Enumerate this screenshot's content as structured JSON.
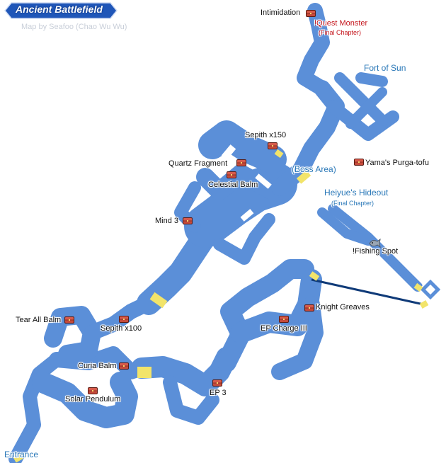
{
  "title": "Ancient Battlefield",
  "subtitle": "Map by Seafoo (Chao Wu Wu)",
  "colors": {
    "path": "#5b8fd8",
    "path_edge": "#ffffff",
    "door": "#f2e46a",
    "title_badge": "#1f56b8",
    "chest": "#c54a3a",
    "quest": "#c4151c",
    "area": "#2a78b8",
    "connector": "#0f3a78"
  },
  "labels": {
    "intimidation": "Intimidation",
    "quest_monster": "!Quest Monster",
    "quest_monster_note": "(Final Chapter)",
    "fort_of_sun": "Fort of Sun",
    "sepith_150": "Sepith  x150",
    "quartz_fragment": "Quartz  Fragment",
    "boss_area": "(Boss Area)",
    "yamas_purga_tofu": "Yama's Purga-tofu",
    "celestial_balm": "Celestial Balm",
    "heiyues_hideout": "Heiyue's Hideout",
    "heiyues_hideout_note": "(Final Chapter)",
    "mind_3": "Mind 3",
    "fishing_spot": "!Fishing Spot",
    "knight_greaves": "Knight Greaves",
    "tear_all_balm": "Tear All Balm",
    "sepith_100": "Sepith x100",
    "ep_charge_iii": "EP Charge III",
    "curia_balm": "Curia Balm",
    "ep_3": "EP 3",
    "solar_pendulum": "Solar Pendulum",
    "entrance": "Entrance"
  },
  "icons": {
    "chest": "treasure-chest-icon",
    "fishing": "fish-icon"
  }
}
